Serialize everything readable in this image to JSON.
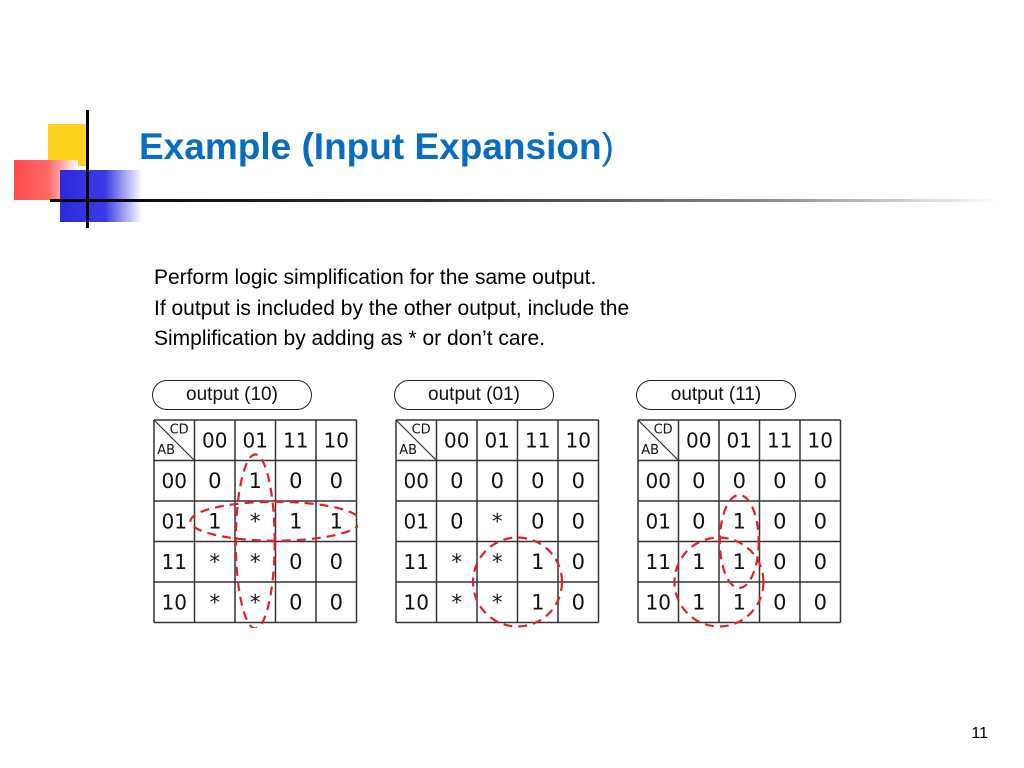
{
  "title": {
    "main": "Example (Input Expansion",
    "paren": ")"
  },
  "body": {
    "line1": "Perform logic simplification for the same output.",
    "line2": "If output is included by the other output, include the",
    "line3": "Simplification by adding as * or don’t care."
  },
  "kmaps": [
    {
      "label": "output (10)",
      "corner_top": "CD",
      "corner_bottom": "AB",
      "col_headers": [
        "00",
        "01",
        "11",
        "10"
      ],
      "row_headers": [
        "00",
        "01",
        "11",
        "10"
      ],
      "cells": [
        [
          "0",
          "1",
          "0",
          "0"
        ],
        [
          "1",
          "*",
          "1",
          "1"
        ],
        [
          "*",
          "*",
          "0",
          "0"
        ],
        [
          "*",
          "*",
          "0",
          "0"
        ]
      ],
      "groups": [
        {
          "type": "vertical",
          "col": 1,
          "row_start": 0,
          "row_end": 3
        },
        {
          "type": "horizontal",
          "row": 1,
          "col_start": 0,
          "col_end": 3
        }
      ]
    },
    {
      "label": "output (01)",
      "corner_top": "CD",
      "corner_bottom": "AB",
      "col_headers": [
        "00",
        "01",
        "11",
        "10"
      ],
      "row_headers": [
        "00",
        "01",
        "11",
        "10"
      ],
      "cells": [
        [
          "0",
          "0",
          "0",
          "0"
        ],
        [
          "0",
          "*",
          "0",
          "0"
        ],
        [
          "*",
          "*",
          "1",
          "0"
        ],
        [
          "*",
          "*",
          "1",
          "0"
        ]
      ],
      "groups": [
        {
          "type": "block",
          "row_start": 2,
          "row_end": 3,
          "col_start": 1,
          "col_end": 2
        }
      ]
    },
    {
      "label": "output (11)",
      "corner_top": "CD",
      "corner_bottom": "AB",
      "col_headers": [
        "00",
        "01",
        "11",
        "10"
      ],
      "row_headers": [
        "00",
        "01",
        "11",
        "10"
      ],
      "cells": [
        [
          "0",
          "0",
          "0",
          "0"
        ],
        [
          "0",
          "1",
          "0",
          "0"
        ],
        [
          "1",
          "1",
          "0",
          "0"
        ],
        [
          "1",
          "1",
          "0",
          "0"
        ]
      ],
      "groups": [
        {
          "type": "vertical",
          "col": 1,
          "row_start": 1,
          "row_end": 2
        },
        {
          "type": "block",
          "row_start": 2,
          "row_end": 3,
          "col_start": 0,
          "col_end": 1
        }
      ]
    }
  ],
  "page_number": "11",
  "colors": {
    "title": "#0a6cc0",
    "group_outline": "#e0202a",
    "grid": "#333333"
  }
}
